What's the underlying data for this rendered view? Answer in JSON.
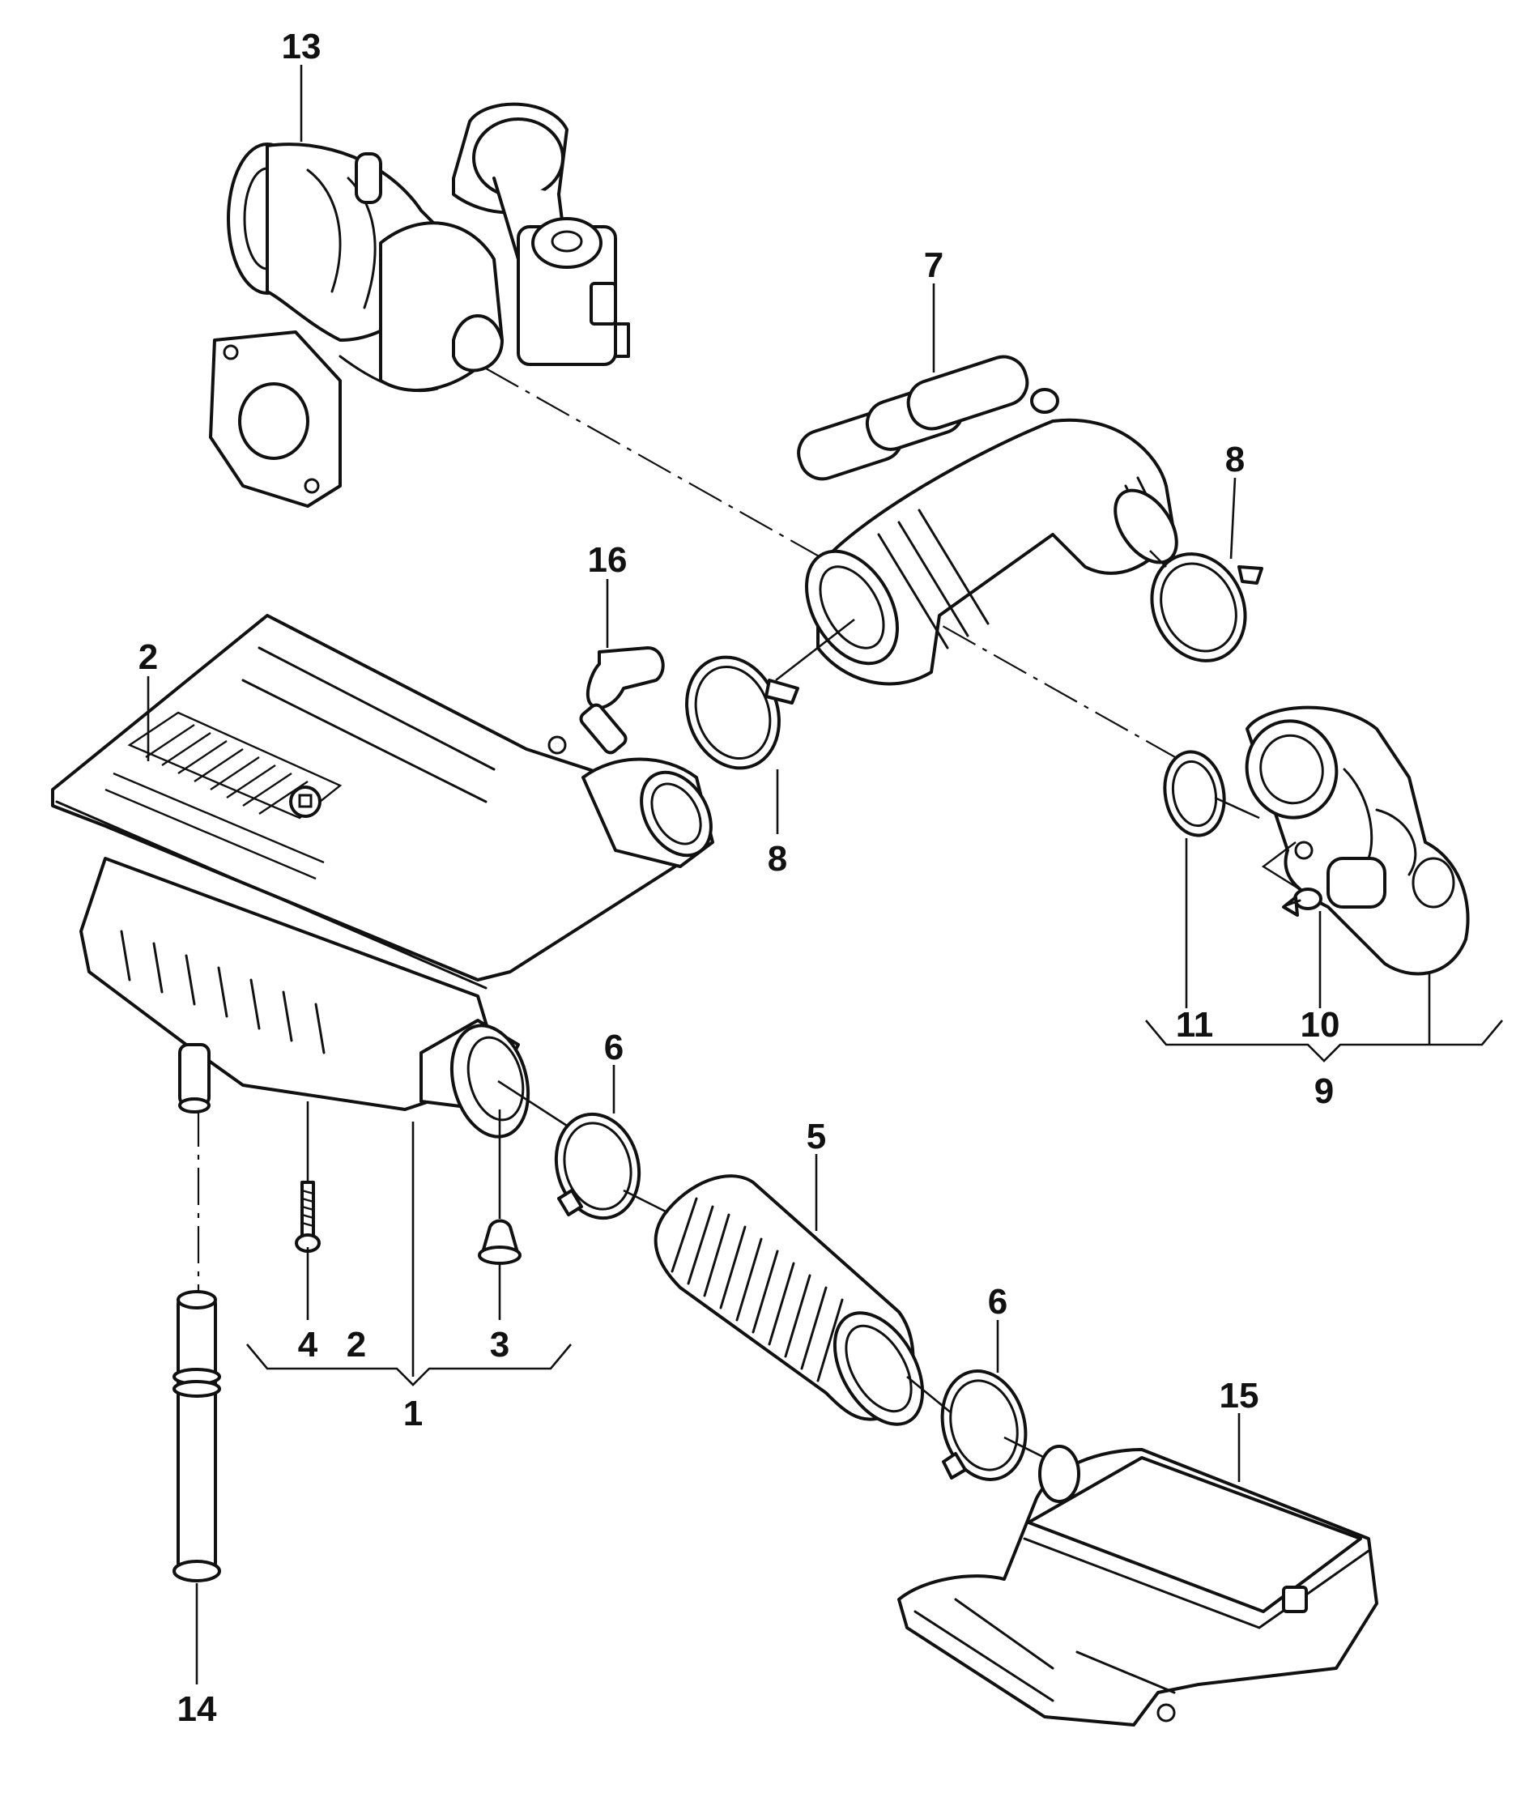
{
  "callouts": {
    "c1": "1",
    "c2a": "2",
    "c2b": "2",
    "c3": "3",
    "c4": "4",
    "c5": "5",
    "c6a": "6",
    "c6b": "6",
    "c7": "7",
    "c8a": "8",
    "c8b": "8",
    "c9": "9",
    "c10": "10",
    "c11": "11",
    "c13": "13",
    "c14": "14",
    "c15": "15",
    "c16": "16"
  },
  "colors": {
    "ink": "#111111",
    "background": "#ffffff"
  }
}
